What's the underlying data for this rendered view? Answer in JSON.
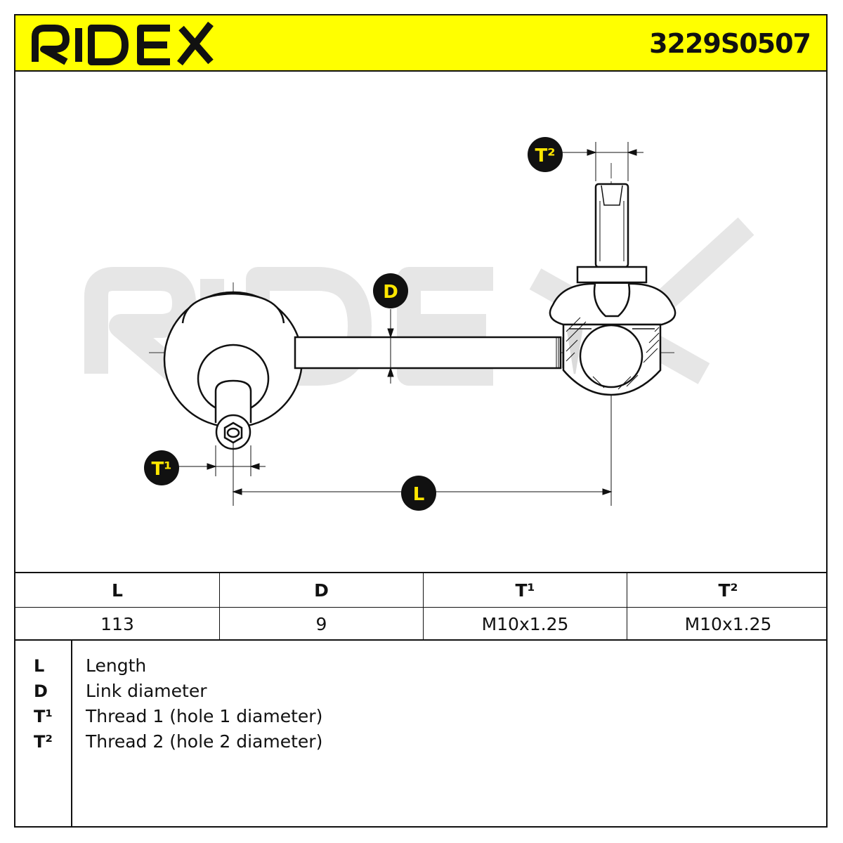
{
  "header": {
    "brand": "RIDEX",
    "part_number": "3229S0507",
    "accent_color": "#ffff00"
  },
  "drawing": {
    "watermark": "RIDEX",
    "badges": {
      "t2": "T²",
      "d": "D",
      "t1": "T¹",
      "l": "L"
    }
  },
  "specs": {
    "headers": [
      "L",
      "D",
      "T¹",
      "T²"
    ],
    "values": [
      "113",
      "9",
      "M10x1.25",
      "M10x1.25"
    ]
  },
  "legend": [
    {
      "key": "L",
      "desc": "Length"
    },
    {
      "key": "D",
      "desc": "Link diameter"
    },
    {
      "key": "T¹",
      "desc": "Thread 1 (hole 1 diameter)"
    },
    {
      "key": "T²",
      "desc": "Thread 2 (hole 2 diameter)"
    }
  ]
}
